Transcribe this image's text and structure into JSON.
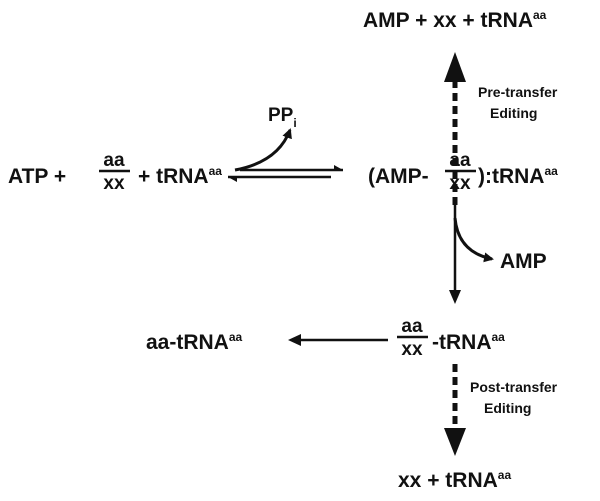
{
  "top_product": {
    "main": "AMP + xx + tRNA",
    "sup": "aa"
  },
  "pretransfer_label": {
    "line1": "Pre-transfer",
    "line2": "Editing"
  },
  "pyrophosphate": {
    "main": "PP",
    "sub": "i"
  },
  "substrates": {
    "prefix": "ATP +",
    "frac_num": "aa",
    "frac_den": "xx",
    "suffix": "+ tRNA",
    "sup": "aa"
  },
  "intermediate": {
    "prefix": "(AMP-",
    "frac_num": "aa",
    "frac_den": "xx",
    "suffix": "):tRNA",
    "sup": "aa"
  },
  "amp_release": "AMP",
  "correct_product": {
    "main": "aa-tRNA",
    "sup": "aa"
  },
  "transfer_product": {
    "frac_num": "aa",
    "frac_den": "xx",
    "suffix": "-tRNA",
    "sup": "aa"
  },
  "posttransfer_label": {
    "line1": "Post-transfer",
    "line2": "Editing"
  },
  "bottom_product": {
    "main": "xx + tRNA",
    "sup": "aa"
  },
  "colors": {
    "ink": "#111111",
    "background": "#ffffff"
  }
}
